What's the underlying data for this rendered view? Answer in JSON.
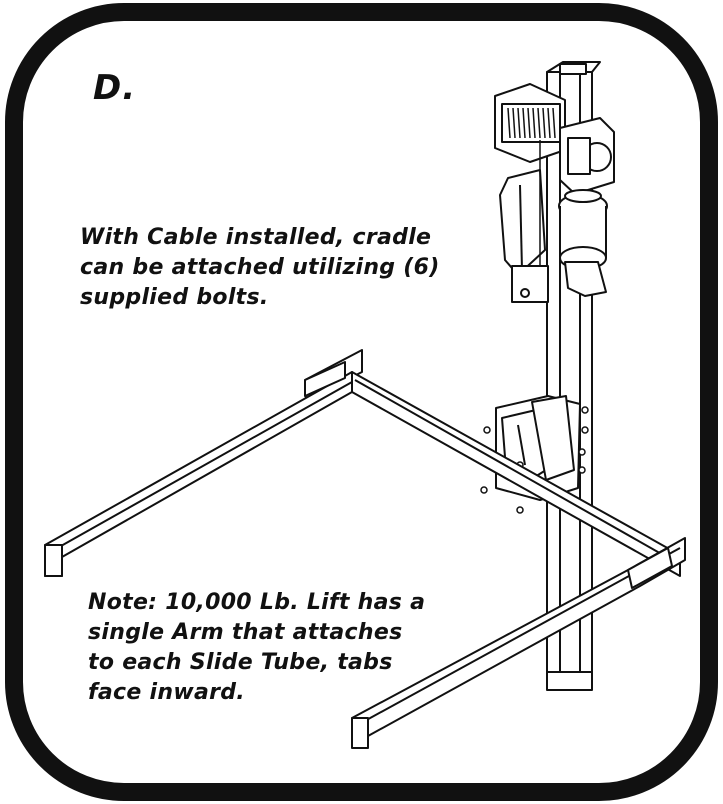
{
  "step_label": "D.",
  "instruction_lines": [
    "With Cable installed, cradle",
    "can be attached utilizing (6)",
    "supplied bolts."
  ],
  "note_lines": [
    "Note: 10,000 Lb. Lift has a",
    "single Arm that attaches",
    "to each Slide Tube, tabs",
    "face inward."
  ],
  "colors": {
    "ink": "#111111",
    "paper": "#ffffff"
  }
}
